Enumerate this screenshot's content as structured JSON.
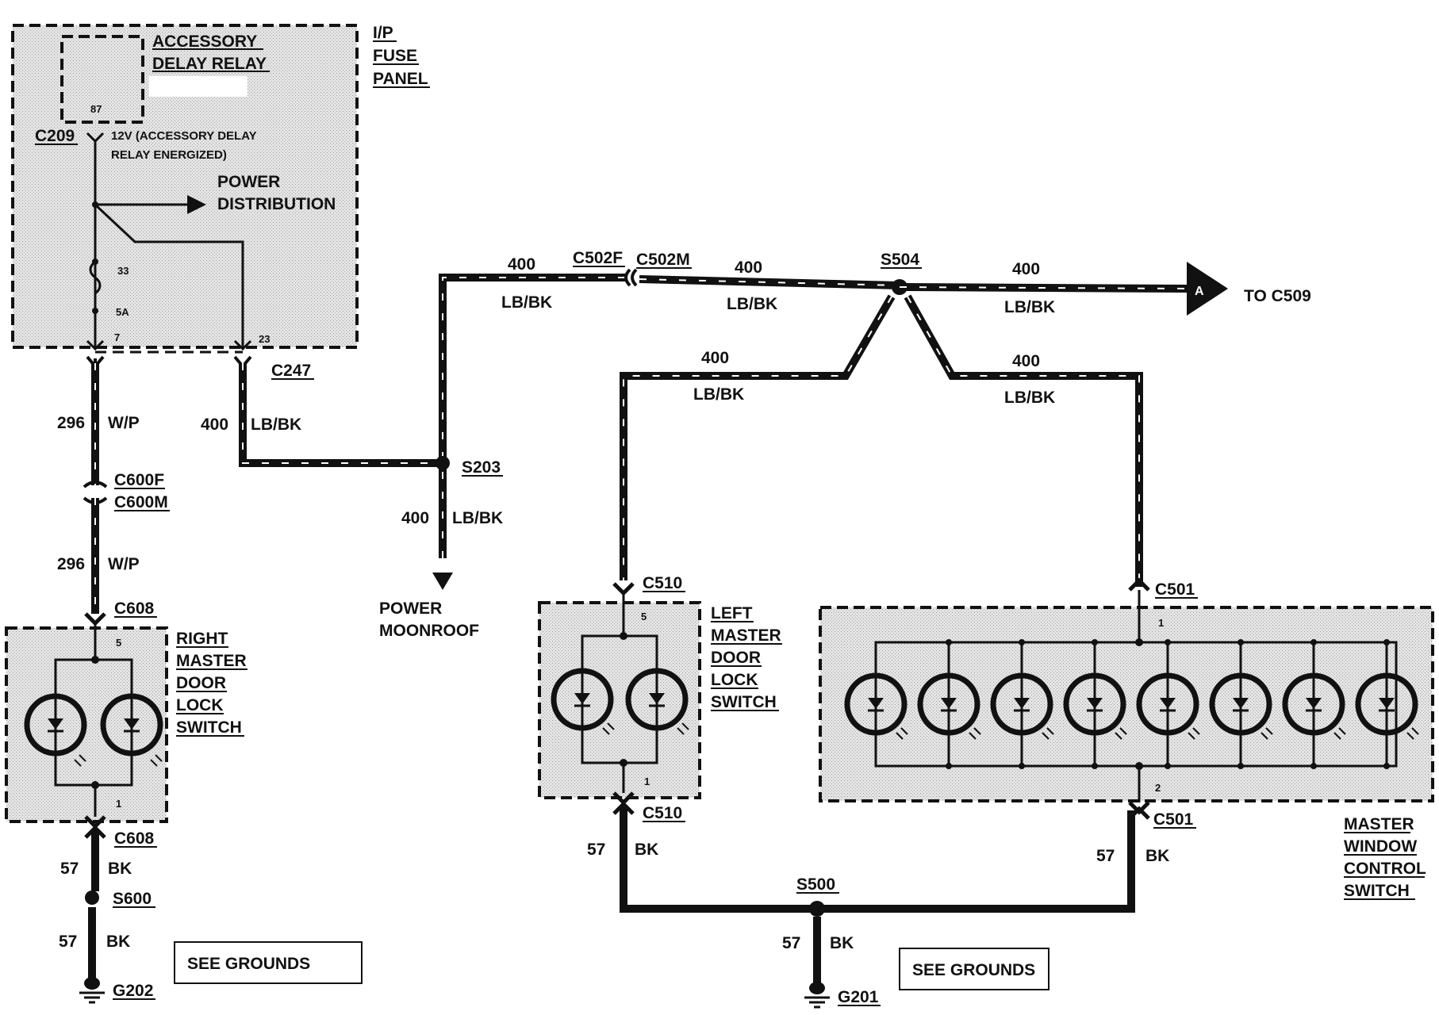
{
  "fuse_panel": {
    "title_lines": [
      "I/P",
      "FUSE",
      "PANEL"
    ],
    "relay_label_lines": [
      "ACCESSORY",
      "DELAY RELAY"
    ],
    "relay_pin": "87",
    "connector": "C209",
    "voltage_note_lines": [
      "12V (ACCESSORY DELAY",
      "RELAY ENERGIZED)"
    ],
    "power_distribution_lines": [
      "POWER",
      "DISTRIBUTION"
    ],
    "fuse_number": "33",
    "fuse_rating": "5A",
    "pin_left": "7",
    "pin_right": "23"
  },
  "connectors": {
    "c247": "C247",
    "c600f": "C600F",
    "c600m": "C600M",
    "c608_top": "C608",
    "c608_bottom": "C608",
    "c502f": "C502F",
    "c502m": "C502M",
    "c510_top": "C510",
    "c510_bottom": "C510",
    "c501_top": "C501",
    "c501_bottom": "C501"
  },
  "splices": {
    "s203": "S203",
    "s504": "S504",
    "s600": "S600",
    "s500": "S500"
  },
  "grounds": {
    "g202": "G202",
    "g201": "G201",
    "see_grounds_left": "SEE GROUNDS",
    "see_grounds_right": "SEE GROUNDS"
  },
  "wires": {
    "w296_top": {
      "circuit": "296",
      "color": "W/P"
    },
    "w296_bottom": {
      "circuit": "296",
      "color": "W/P"
    },
    "w400_c247": {
      "circuit": "400",
      "color": "LB/BK"
    },
    "w400_top_left": {
      "circuit": "400",
      "color": "LB/BK"
    },
    "w400_top_mid": {
      "circuit": "400",
      "color": "LB/BK"
    },
    "w400_top_right": {
      "circuit": "400",
      "color": "LB/BK"
    },
    "w400_moonroof": {
      "circuit": "400",
      "color": "LB/BK"
    },
    "w400_left_branch": {
      "circuit": "400",
      "color": "LB/BK"
    },
    "w400_right_branch": {
      "circuit": "400",
      "color": "LB/BK"
    },
    "w57_c608": {
      "circuit": "57",
      "color": "BK"
    },
    "w57_s600": {
      "circuit": "57",
      "color": "BK"
    },
    "w57_c510": {
      "circuit": "57",
      "color": "BK"
    },
    "w57_c501": {
      "circuit": "57",
      "color": "BK"
    },
    "w57_s500": {
      "circuit": "57",
      "color": "BK"
    }
  },
  "components": {
    "right_switch_lines": [
      "RIGHT",
      "MASTER",
      "DOOR",
      "LOCK",
      "SWITCH"
    ],
    "left_switch_lines": [
      "LEFT",
      "MASTER",
      "DOOR",
      "LOCK",
      "SWITCH"
    ],
    "master_window_lines": [
      "MASTER",
      "WINDOW",
      "CONTROL",
      "SWITCH"
    ],
    "moonroof_lines": [
      "POWER",
      "MOONROOF"
    ],
    "to_c509": "TO C509",
    "offpage_letter": "A"
  },
  "pins": {
    "right_top": "5",
    "right_bottom": "1",
    "left_top": "5",
    "left_bottom": "1",
    "master_top": "1",
    "master_bottom": "2"
  }
}
